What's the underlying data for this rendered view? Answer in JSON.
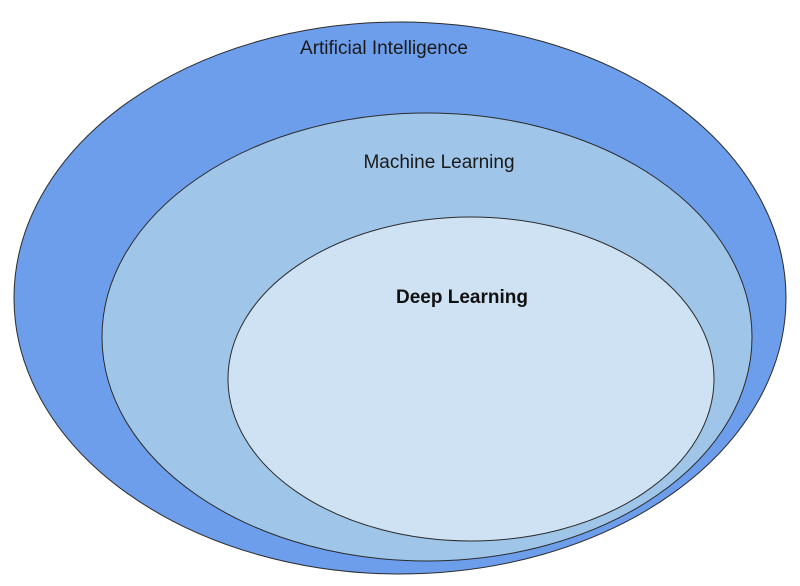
{
  "diagram": {
    "regions": [
      {
        "label": "Artificial Intelligence",
        "fill": "#6d9eeb",
        "emphasis": false
      },
      {
        "label": "Machine Learning",
        "fill": "#9fc5e8",
        "emphasis": false
      },
      {
        "label": "Deep Learning",
        "fill": "#cfe2f3",
        "emphasis": true
      }
    ],
    "stroke": "#2b2b2b"
  }
}
